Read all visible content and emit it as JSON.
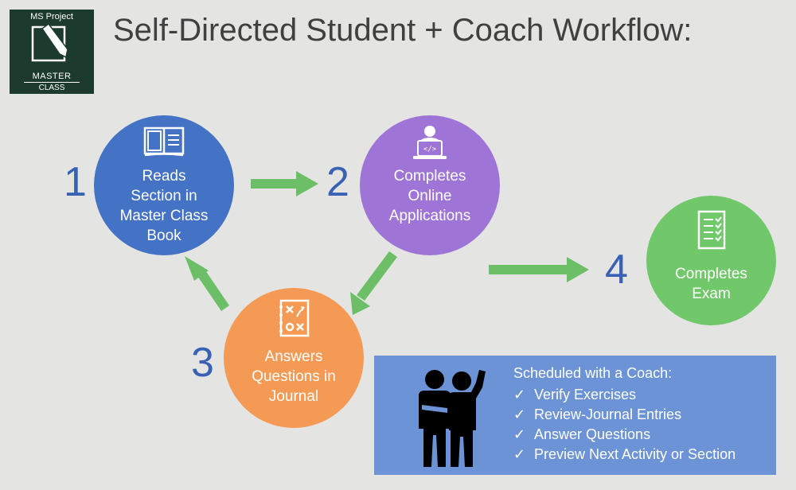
{
  "logo": {
    "top_text": "MS Project",
    "master_text": "MASTER",
    "class_text": "CLASS"
  },
  "title": "Self-Directed Student + Coach Workflow:",
  "steps": [
    {
      "number": "1",
      "lines": [
        "Reads",
        "Section in",
        "Master Class",
        "Book"
      ],
      "icon": "book-icon",
      "color": "#4472c4"
    },
    {
      "number": "2",
      "lines": [
        "Completes",
        "Online",
        "Applications"
      ],
      "icon": "laptop-user-icon",
      "color": "#9e74d6"
    },
    {
      "number": "3",
      "lines": [
        "Answers",
        "Questions in",
        "Journal"
      ],
      "icon": "strategy-board-icon",
      "color": "#f59a54"
    },
    {
      "number": "4",
      "lines": [
        "Completes",
        "Exam"
      ],
      "icon": "checklist-icon",
      "color": "#70c86a"
    }
  ],
  "arrow_color": "#6dbf67",
  "coach": {
    "heading": "Scheduled with a Coach:",
    "check_glyph": "✓",
    "items": [
      "Verify Exercises",
      "Review-Journal Entries",
      "Answer Questions",
      "Preview Next Activity or Section"
    ]
  }
}
